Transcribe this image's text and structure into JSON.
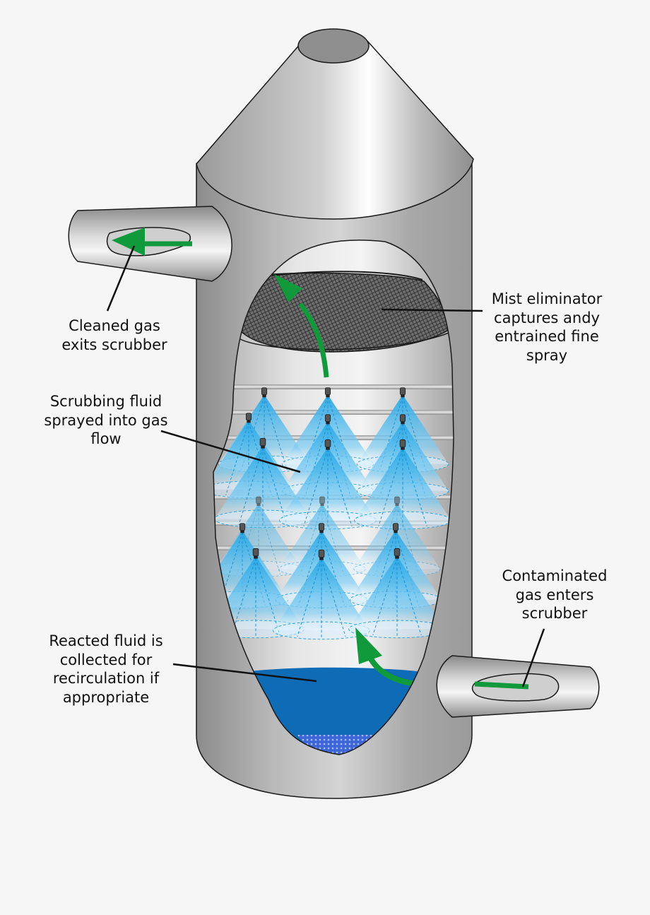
{
  "labels": {
    "cleaned_gas": [
      "Cleaned gas",
      "exits scrubber"
    ],
    "mist_eliminator": [
      "Mist eliminator",
      "captures andy",
      "entrained fine",
      "spray"
    ],
    "scrubbing_fluid": [
      "Scrubbing fluid",
      "sprayed into gas",
      "flow"
    ],
    "contaminated_gas": [
      "Contaminated",
      "gas enters",
      "scrubber"
    ],
    "reacted_fluid": [
      "Reacted fluid is",
      "collected for",
      "recirculation if",
      "appropriate"
    ]
  },
  "colors": {
    "background": "#f6f6f6",
    "steel_dark": "#8f8f8f",
    "steel_light": "#f2f2f2",
    "flow_arrow": "#119a3c",
    "spray": "#29a9e6",
    "collected_fluid": "#0e6bb5",
    "mesh": "#4d4d4d",
    "outline": "#1a1a1a"
  },
  "icons": {
    "gas_flow": "green-flow-arrow",
    "nozzle": "spray-nozzle-icon",
    "mesh": "mist-eliminator-mesh"
  }
}
